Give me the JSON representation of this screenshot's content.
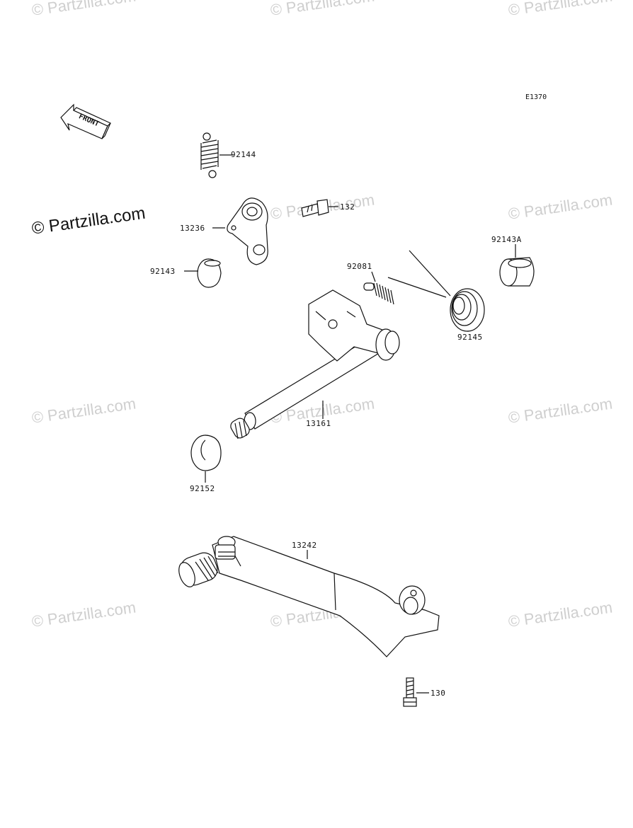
{
  "watermark": "© Partzilla.com",
  "diagram_code": "E1370",
  "front_label": "FRONT",
  "parts": {
    "p92144": "92144",
    "p132": "132",
    "p13236": "13236",
    "p92143": "92143",
    "p92143A": "92143A",
    "p92081": "92081",
    "p92145": "92145",
    "p13161": "13161",
    "p92152": "92152",
    "p13242": "13242",
    "p130": "130"
  }
}
